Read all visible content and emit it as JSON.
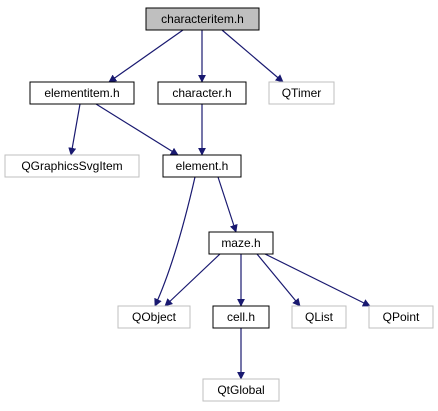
{
  "diagram": {
    "nodes": [
      {
        "id": "characteritem",
        "label": "characteritem.h",
        "style": "root"
      },
      {
        "id": "elementitem",
        "label": "elementitem.h",
        "style": "file"
      },
      {
        "id": "character",
        "label": "character.h",
        "style": "file"
      },
      {
        "id": "qtimer",
        "label": "QTimer",
        "style": "external"
      },
      {
        "id": "qgraphicssvgitem",
        "label": "QGraphicsSvgItem",
        "style": "external"
      },
      {
        "id": "element",
        "label": "element.h",
        "style": "file"
      },
      {
        "id": "maze",
        "label": "maze.h",
        "style": "file"
      },
      {
        "id": "qobject",
        "label": "QObject",
        "style": "external"
      },
      {
        "id": "cell",
        "label": "cell.h",
        "style": "file"
      },
      {
        "id": "qlist",
        "label": "QList",
        "style": "external"
      },
      {
        "id": "qpoint",
        "label": "QPoint",
        "style": "external"
      },
      {
        "id": "qtglobal",
        "label": "QtGlobal",
        "style": "external"
      }
    ],
    "edges": [
      {
        "from": "characteritem",
        "to": "elementitem"
      },
      {
        "from": "characteritem",
        "to": "character"
      },
      {
        "from": "characteritem",
        "to": "qtimer"
      },
      {
        "from": "elementitem",
        "to": "qgraphicssvgitem"
      },
      {
        "from": "elementitem",
        "to": "element"
      },
      {
        "from": "character",
        "to": "element"
      },
      {
        "from": "element",
        "to": "qobject"
      },
      {
        "from": "element",
        "to": "maze"
      },
      {
        "from": "maze",
        "to": "qobject"
      },
      {
        "from": "maze",
        "to": "cell"
      },
      {
        "from": "maze",
        "to": "qlist"
      },
      {
        "from": "maze",
        "to": "qpoint"
      },
      {
        "from": "cell",
        "to": "qtglobal"
      }
    ],
    "colors": {
      "edge": "#191970",
      "root_fill": "#bfbfbf",
      "file_border": "#000000",
      "external_border": "#bfbfbf",
      "text": "#000000"
    }
  }
}
